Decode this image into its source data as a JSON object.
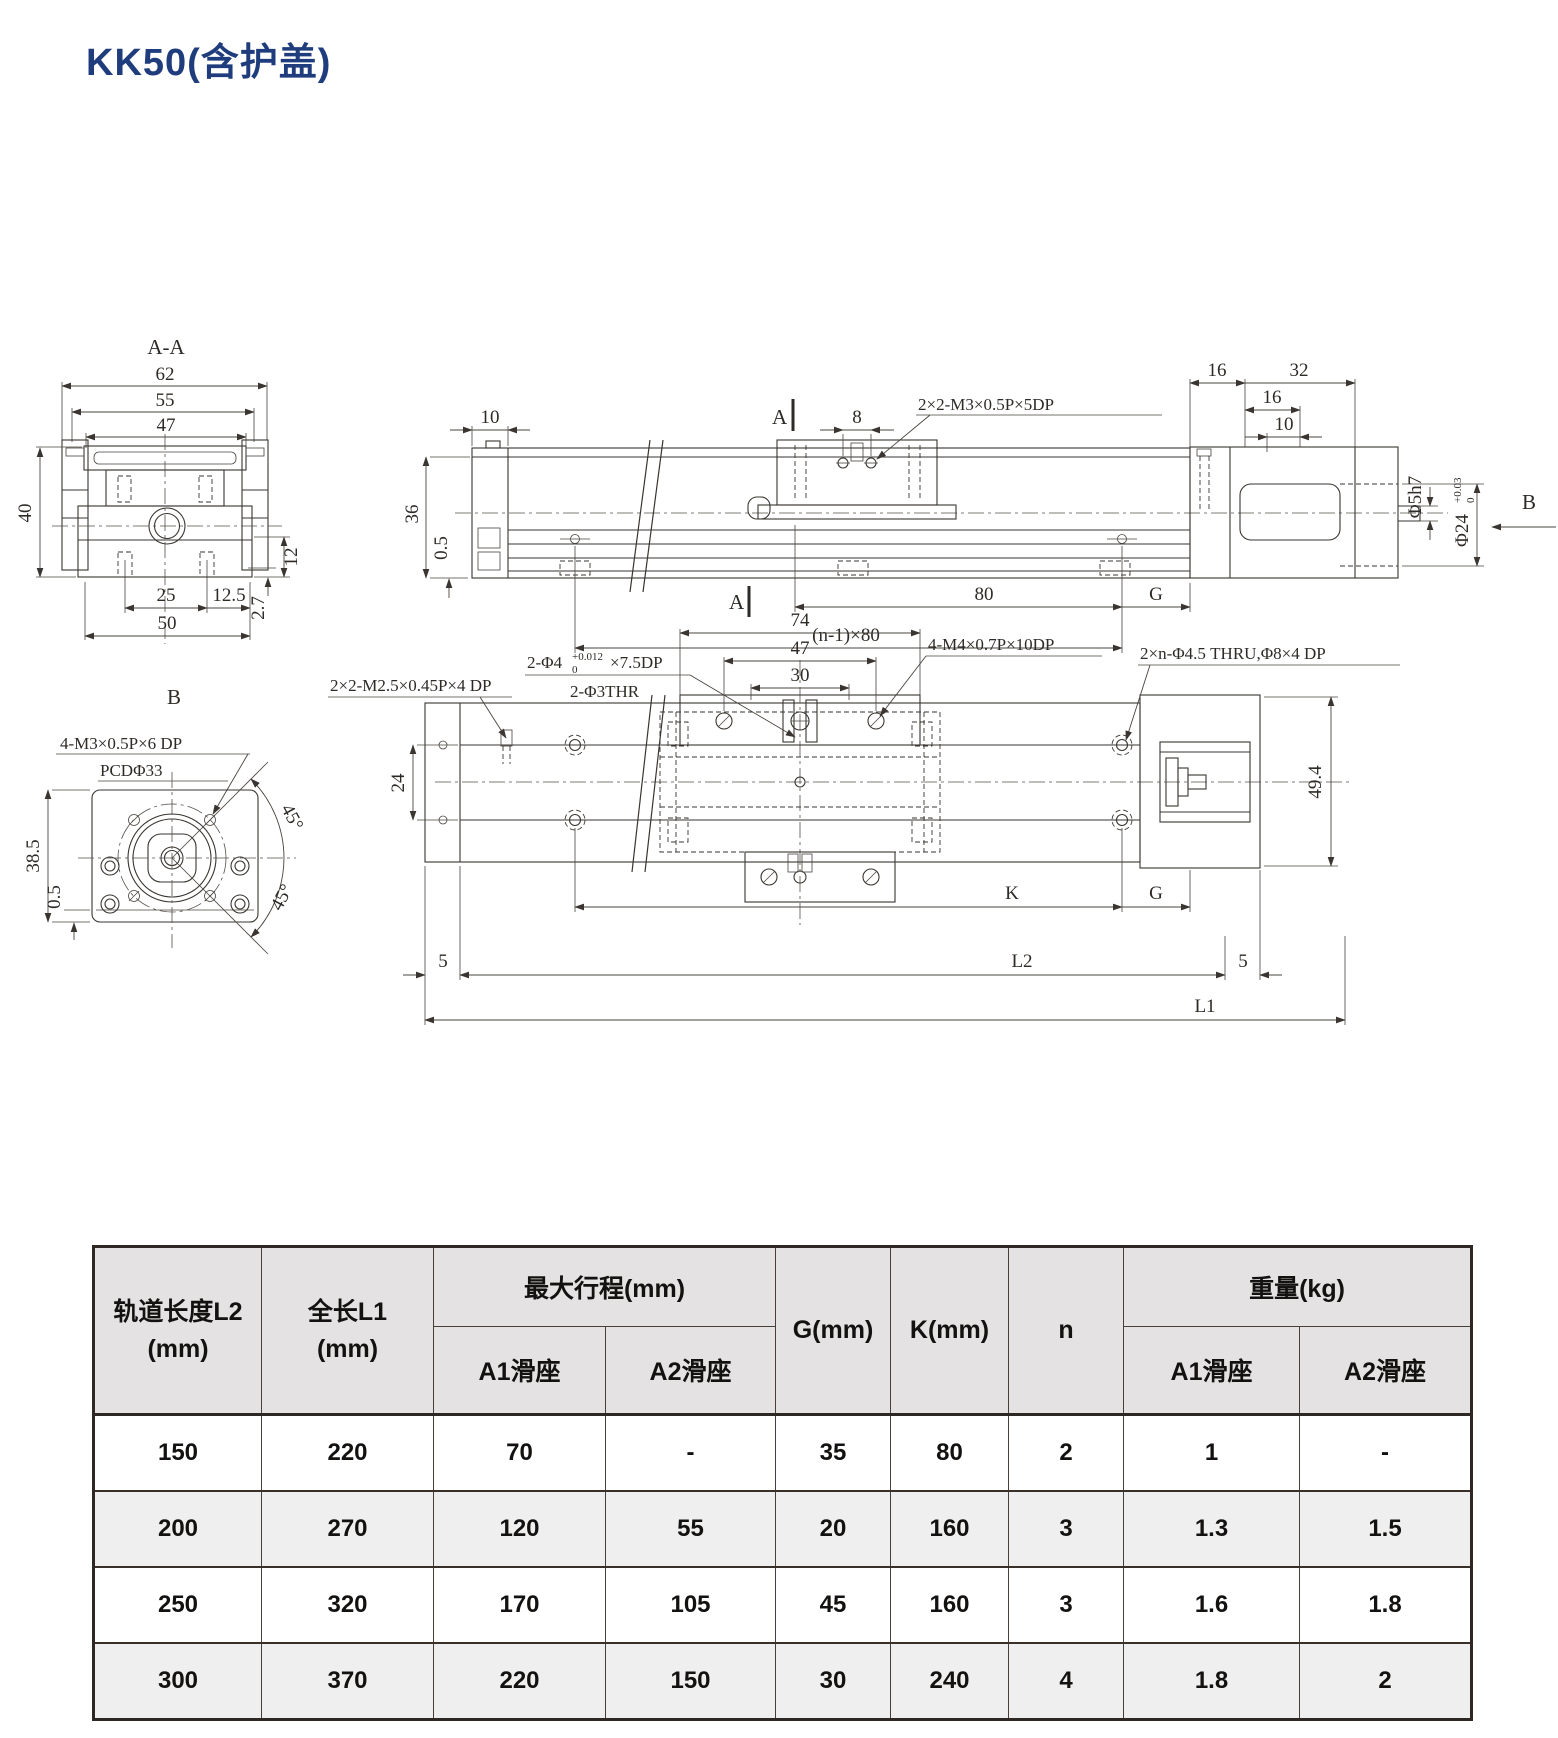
{
  "title": "KK50(含护盖)",
  "sectionAA": {
    "view_label": "A-A",
    "dim_62": "62",
    "dim_55": "55",
    "dim_47": "47",
    "dim_40": "40",
    "dim_12": "12",
    "dim_2_7": "2.7",
    "dim_25": "25",
    "dim_12_5": "12.5",
    "dim_50": "50"
  },
  "sideView": {
    "marker_a_top": "A",
    "marker_a_bottom": "A",
    "marker_b": "B",
    "dim_10_left": "10",
    "dim_36": "36",
    "dim_0_5": "0.5",
    "dim_8": "8",
    "note_carriage_taps": "2×2-M3×0.5P×5DP",
    "dim_16_outer": "16",
    "dim_32": "32",
    "dim_16_inner": "16",
    "dim_10_right": "10",
    "shaft_dia": "Φ5h7",
    "pilot_dia": "Φ24",
    "pilot_tol_upper": "+0.03",
    "pilot_tol_lower": "0",
    "dim_80": "80",
    "dim_g": "G",
    "dim_pitch": "(n-1)×80"
  },
  "viewB": {
    "view_label": "B",
    "note_flange_taps": "4-M3×0.5P×6 DP",
    "note_pcd": "PCDΦ33",
    "dim_38_5": "38.5",
    "dim_0_5": "0.5",
    "dim_45_upper": "45°",
    "dim_45_lower": "45°"
  },
  "planView": {
    "dim_74": "74",
    "dim_47": "47",
    "dim_30": "30",
    "note_dowel": "2-Φ4",
    "note_dowel_tol_upper": "+0.012",
    "note_dowel_tol_lower": "0",
    "note_dowel_tail": "×7.5DP",
    "note_thru": "2-Φ3THR",
    "note_side_taps": "2×2-M2.5×0.45P×4 DP",
    "note_carriage_taps": "4-M4×0.7P×10DP",
    "note_base_holes": "2×n-Φ4.5 THRU,Φ8×4 DP",
    "dim_24": "24",
    "dim_49_4": "49.4",
    "dim_k": "K",
    "dim_g": "G",
    "dim_l2": "L2",
    "dim_l1": "L1",
    "dim_5_left": "5",
    "dim_5_right": "5"
  },
  "table": {
    "header": {
      "rail_length": "轨道长度L2\n(mm)",
      "total_length": "全长L1\n(mm)",
      "max_stroke": "最大行程(mm)",
      "weight": "重量(kg)",
      "g": "G(mm)",
      "k": "K(mm)",
      "n": "n",
      "a1_stroke": "A1滑座",
      "a2_stroke": "A2滑座",
      "a1_weight": "A1滑座",
      "a2_weight": "A2滑座"
    },
    "rows": [
      [
        "150",
        "220",
        "70",
        "-",
        "35",
        "80",
        "2",
        "1",
        "-"
      ],
      [
        "200",
        "270",
        "120",
        "55",
        "20",
        "160",
        "3",
        "1.3",
        "1.5"
      ],
      [
        "250",
        "320",
        "170",
        "105",
        "45",
        "160",
        "3",
        "1.6",
        "1.8"
      ],
      [
        "300",
        "370",
        "220",
        "150",
        "30",
        "240",
        "4",
        "1.8",
        "2"
      ]
    ]
  },
  "colors": {
    "title": "#1f3c7c",
    "line": "#3a3530",
    "table_header_bg": "#e4e2e2",
    "table_alt_row_bg": "#f0efef"
  }
}
